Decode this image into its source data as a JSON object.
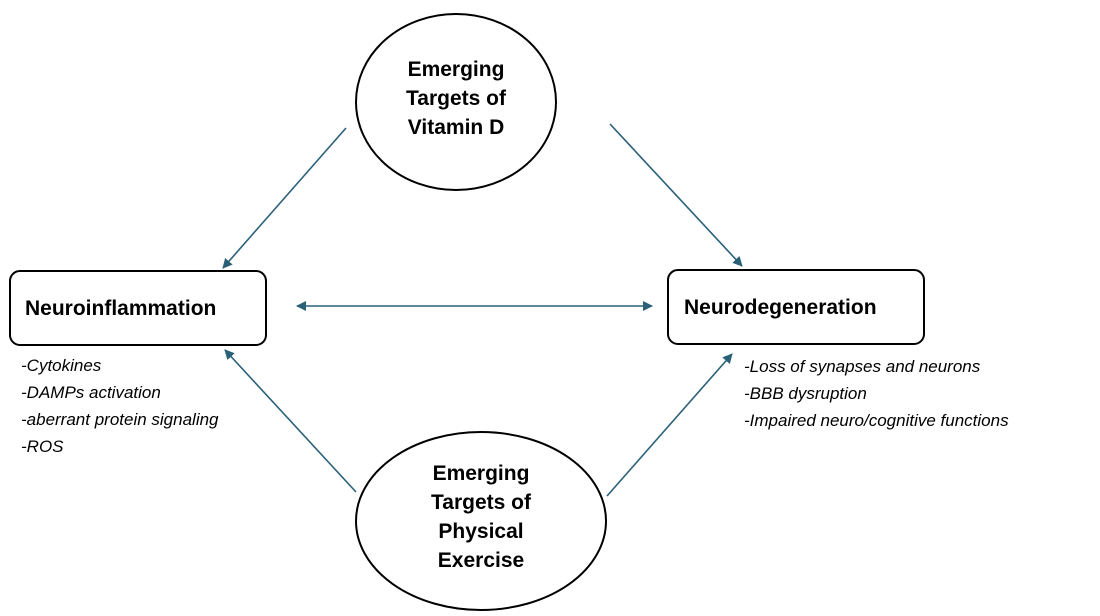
{
  "nodes": {
    "vitamin_d": {
      "lines": [
        "Emerging",
        "Targets of",
        "Vitamin D"
      ]
    },
    "exercise": {
      "lines": [
        "Emerging",
        "Targets of",
        "Physical",
        "Exercise"
      ]
    },
    "neuroinflammation": {
      "label": "Neuroinflammation"
    },
    "neurodegeneration": {
      "label": "Neurodegeneration"
    }
  },
  "lists": {
    "neuroinflammation": [
      "-Cytokines",
      "-DAMPs activation",
      "-aberrant protein signaling",
      "-ROS"
    ],
    "neurodegeneration": [
      "-Loss of synapses and neurons",
      "-BBB dysruption",
      "-Impaired neuro/cognitive functions"
    ]
  },
  "colors": {
    "arrow": "#2a6078",
    "outline": "#000000"
  }
}
